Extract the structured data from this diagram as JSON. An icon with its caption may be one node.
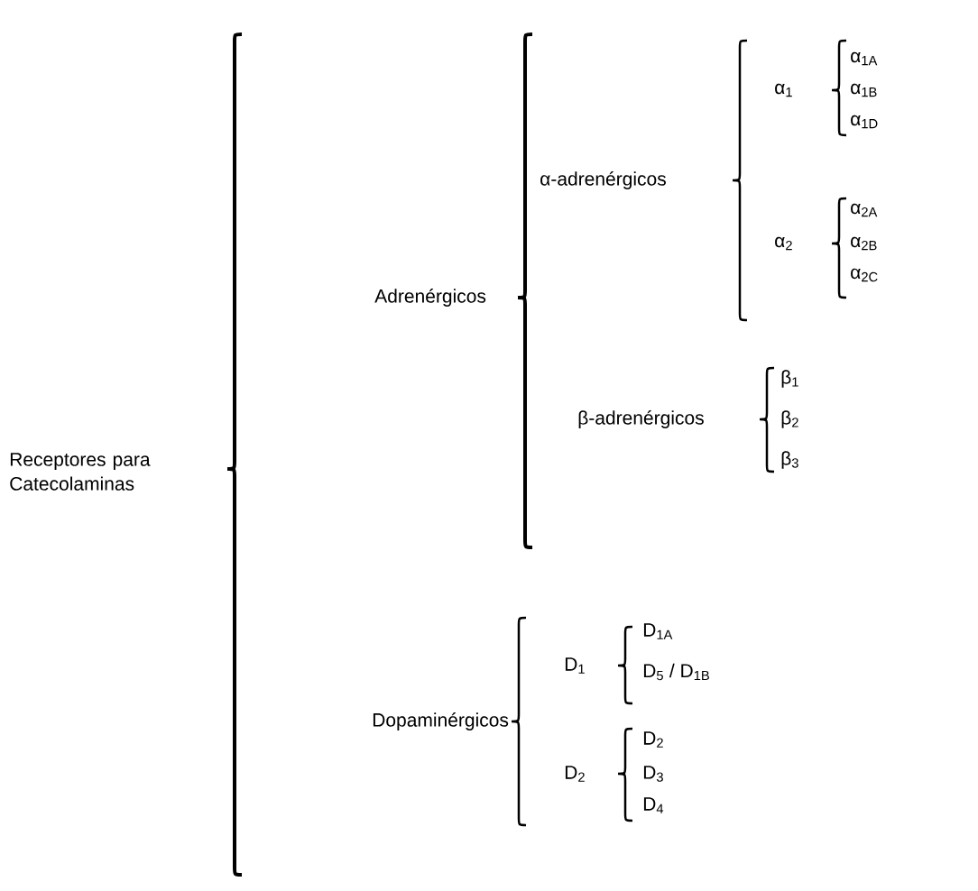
{
  "diagram": {
    "labels": [
      "Receptores para Catecolaminas",
      "Adrenérgicos",
      "α-adrenérgicos",
      "α$_{1}$",
      "α$_{1A}$",
      "α$_{1B}$",
      "α$_{1D}$",
      "α$_{2}$",
      "α$_{2A}$",
      "α$_{2B}$",
      "α$_{2C}$",
      "β-adrenérgicos",
      "β$_{1}$",
      "β$_{2}$",
      "β$_{3}$",
      "Dopaminérgicos",
      "D$_{1}$",
      "D$_{1A}$",
      "D$_{5}$ / D$_{1B}$",
      "D$_{2}$",
      "D$_{2}$",
      "D$_{3}$",
      "D$_{4}$"
    ]
  }
}
